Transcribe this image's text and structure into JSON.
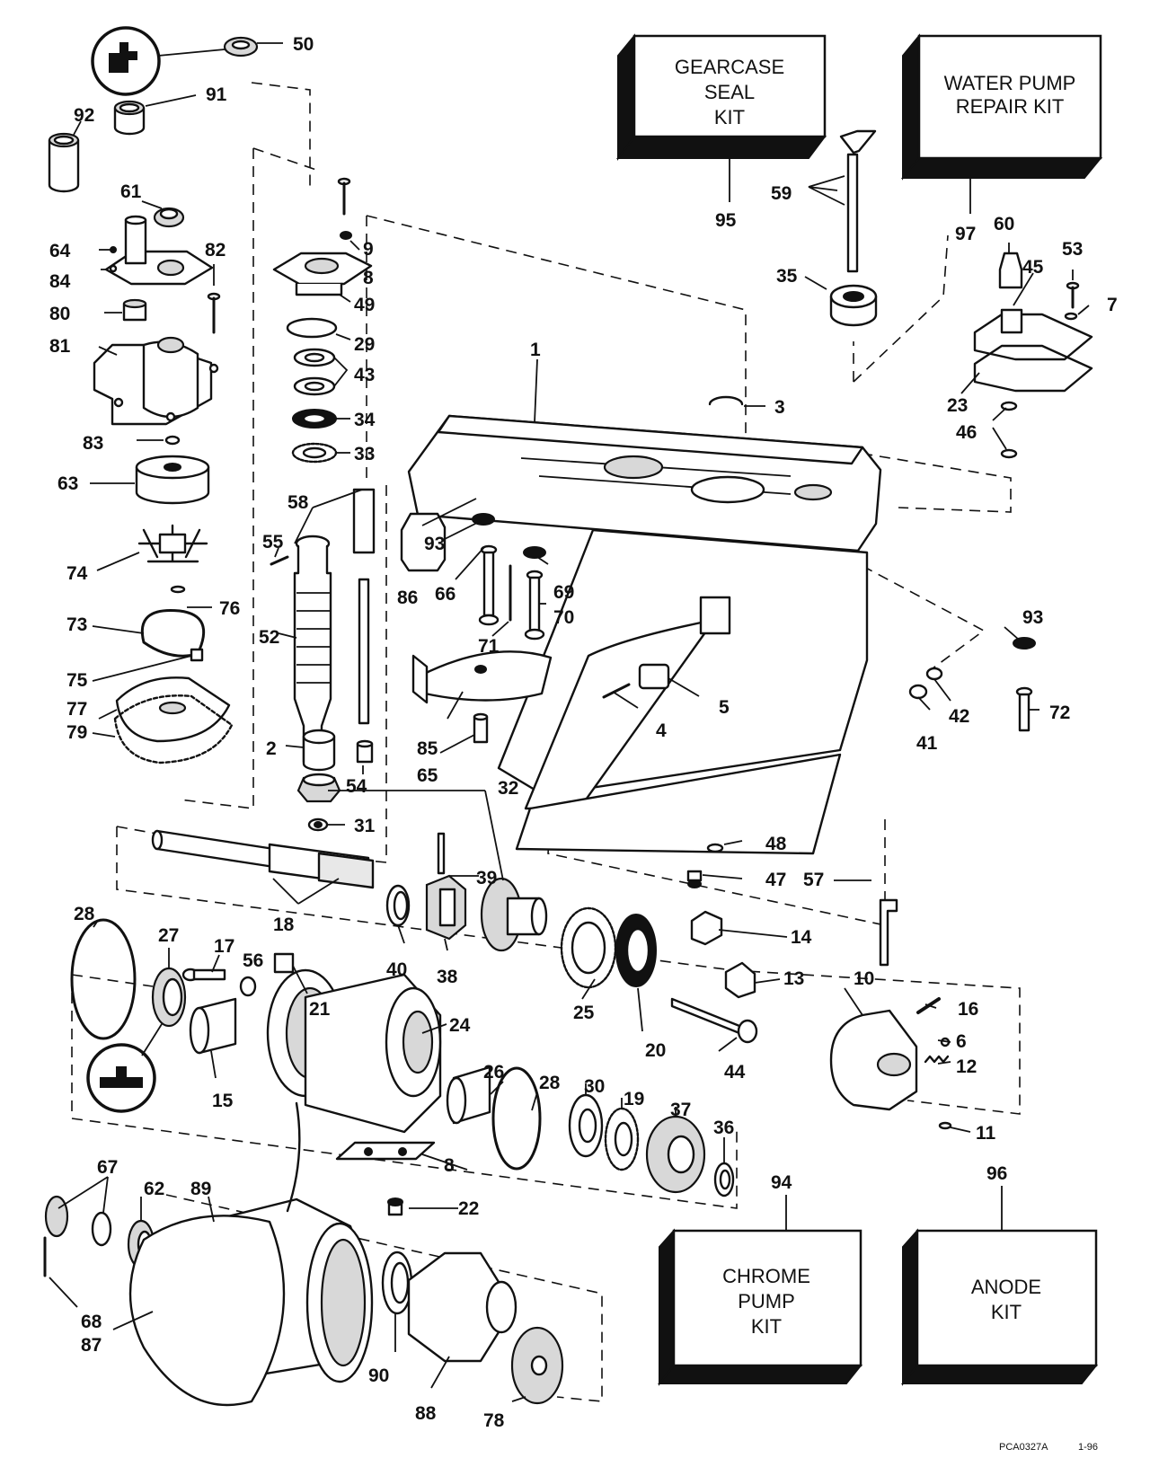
{
  "kits": [
    {
      "id": "gearcase-seal-kit",
      "lines": [
        "GEARCASE",
        "SEAL",
        "KIT"
      ],
      "callout": "95"
    },
    {
      "id": "water-pump-repair-kit",
      "lines": [
        "WATER PUMP",
        "REPAIR KIT"
      ],
      "callout": "97"
    },
    {
      "id": "chrome-pump-kit",
      "lines": [
        "CHROME",
        "PUMP",
        "KIT"
      ],
      "callout": "94"
    },
    {
      "id": "anode-kit",
      "lines": [
        "ANODE",
        "KIT"
      ],
      "callout": "96"
    }
  ],
  "callouts": [
    "50",
    "91",
    "92",
    "61",
    "64",
    "84",
    "80",
    "81",
    "82",
    "83",
    "63",
    "74",
    "76",
    "73",
    "75",
    "77",
    "79",
    "9",
    "8",
    "49",
    "29",
    "43",
    "34",
    "33",
    "58",
    "55",
    "52",
    "2",
    "54",
    "31",
    "1",
    "3",
    "59",
    "35",
    "60",
    "53",
    "45",
    "7",
    "23",
    "46",
    "93",
    "86",
    "66",
    "69",
    "70",
    "71",
    "85",
    "65",
    "5",
    "4",
    "42",
    "41",
    "72",
    "32",
    "48",
    "47",
    "57",
    "39",
    "18",
    "28",
    "27",
    "17",
    "56",
    "40",
    "38",
    "14",
    "13",
    "10",
    "16",
    "6",
    "12",
    "11",
    "21",
    "24",
    "25",
    "20",
    "44",
    "15",
    "26",
    "30",
    "19",
    "37",
    "36",
    "22",
    "67",
    "62",
    "89",
    "68",
    "87",
    "90",
    "88",
    "78"
  ],
  "footer": {
    "drawing_ref": "PCA0327A",
    "date": "1-96"
  }
}
